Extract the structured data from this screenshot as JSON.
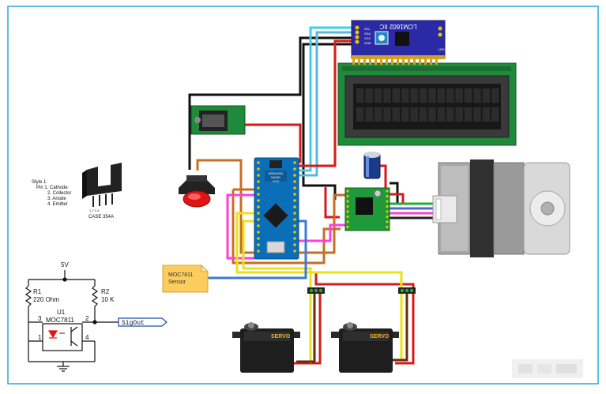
{
  "lcd_module": {
    "label": "LCM1602 IIC",
    "pins": [
      "SCL",
      "SDA",
      "VCC",
      "GND"
    ],
    "led_label": "LED"
  },
  "board": {
    "line1": "ARDUINO",
    "line2": "NANO",
    "line3": "V3.0"
  },
  "servos": [
    {
      "label": "SERVO"
    },
    {
      "label": "SERVO"
    }
  ],
  "sensor_note": {
    "line1": "MOC7811",
    "line2": "Sensor"
  },
  "case_package": {
    "style": "Style 1:",
    "pins": [
      "Pin  1. Cathode",
      "2. Collector",
      "3. Anode",
      "4. Emitter"
    ],
    "case": "CASE 354A"
  },
  "schematic": {
    "supply": "5V",
    "r1_name": "R1",
    "r1_value": "220 Ohm",
    "r2_name": "R2",
    "r2_value": "10 K",
    "u1_name": "U1",
    "u1_part": "MOC7811",
    "pin1": "1",
    "pin2": "2",
    "pin3": "3",
    "pin4": "4",
    "output": "SigOut"
  }
}
